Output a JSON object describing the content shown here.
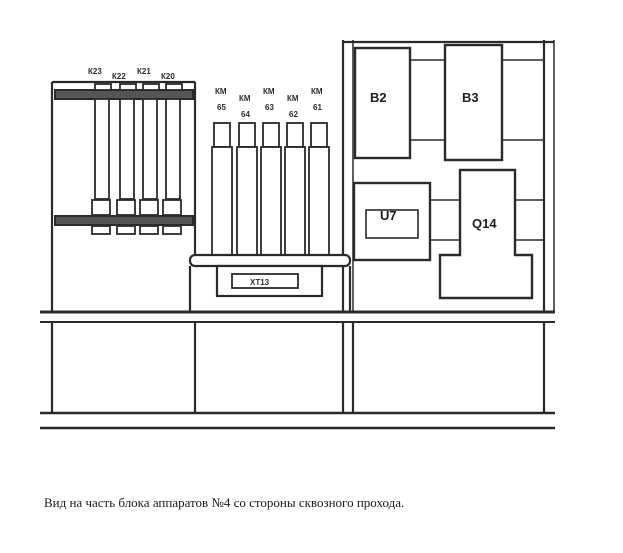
{
  "relays": {
    "k23": "К23",
    "k22": "К22",
    "k21": "К21",
    "k20": "К20"
  },
  "contactors": [
    {
      "top": "КМ",
      "bottom": "65"
    },
    {
      "top": "КМ",
      "bottom": "64"
    },
    {
      "top": "КМ",
      "bottom": "63"
    },
    {
      "top": "КМ",
      "bottom": "62"
    },
    {
      "top": "КМ",
      "bottom": "61"
    }
  ],
  "terminal": "XT13",
  "blocks": {
    "b2": "В2",
    "b3": "В3",
    "u7": "U7",
    "q14": "Q14"
  },
  "caption": "Вид на часть блока аппаратов №4 со стороны сквозного прохода.",
  "colors": {
    "ink": "#2a2a2a",
    "paper": "#ffffff"
  }
}
